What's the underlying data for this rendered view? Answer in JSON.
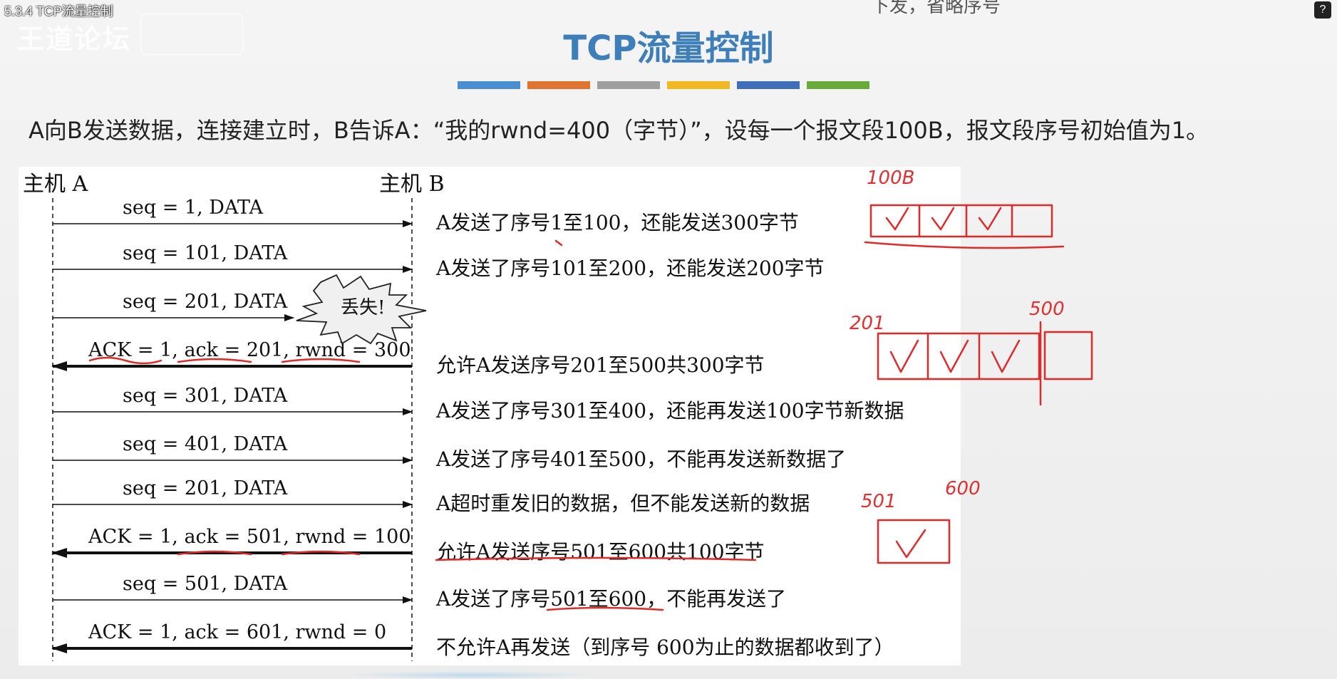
{
  "video": {
    "title": "5.3.4 TCP流量控制",
    "watermark": "王道论坛",
    "help_label": "?",
    "top_fragment": "下发，省略序号"
  },
  "slide": {
    "title": "TCP流量控制",
    "intro": "A向B发送数据，连接建立时，B告诉A：“我的rwnd=400（字节）”，设每一个报文段100B，报文段序号初始值为1。",
    "bar_colors": [
      "#4a8fcf",
      "#e27432",
      "#9e9e9e",
      "#f2b821",
      "#3f6fb8",
      "#6aaa3a"
    ]
  },
  "diagram": {
    "host_a": "主机 A",
    "host_b": "主机 B",
    "lost_label": "丢失!",
    "messages": [
      {
        "label": "seq = 1, DATA",
        "direction": "A->B",
        "note": "A发送了序号1至100，还能发送300字节"
      },
      {
        "label": "seq = 101, DATA",
        "direction": "A->B",
        "note": "A发送了序号101至200，还能发送200字节"
      },
      {
        "label": "seq = 201, DATA",
        "direction": "A->B",
        "lost": true,
        "note": ""
      },
      {
        "label": "ACK = 1, ack = 201, rwnd = 300",
        "direction": "B->A",
        "note": "允许A发送序号201至500共300字节"
      },
      {
        "label": "seq = 301, DATA",
        "direction": "A->B",
        "note": "A发送了序号301至400，还能再发送100字节新数据"
      },
      {
        "label": "seq = 401, DATA",
        "direction": "A->B",
        "note": "A发送了序号401至500，不能再发送新数据了"
      },
      {
        "label": "seq = 201, DATA",
        "direction": "A->B",
        "note": "A超时重发旧的数据，但不能发送新的数据"
      },
      {
        "label": "ACK = 1, ack = 501, rwnd = 100",
        "direction": "B->A",
        "note": "允许A发送序号501至600共100字节"
      },
      {
        "label": "seq = 501, DATA",
        "direction": "A->B",
        "note": "A发送了序号501至600，不能再发送了"
      },
      {
        "label": "ACK = 1, ack = 601, rwnd = 0",
        "direction": "B->A",
        "note": "不允许A再发送（到序号 600为止的数据都收到了）"
      }
    ]
  },
  "annotations": {
    "label_100b": "100B",
    "label_201": "201",
    "label_500": "500",
    "label_501": "501",
    "label_600": "600",
    "ink_color": "#e02a2a"
  }
}
